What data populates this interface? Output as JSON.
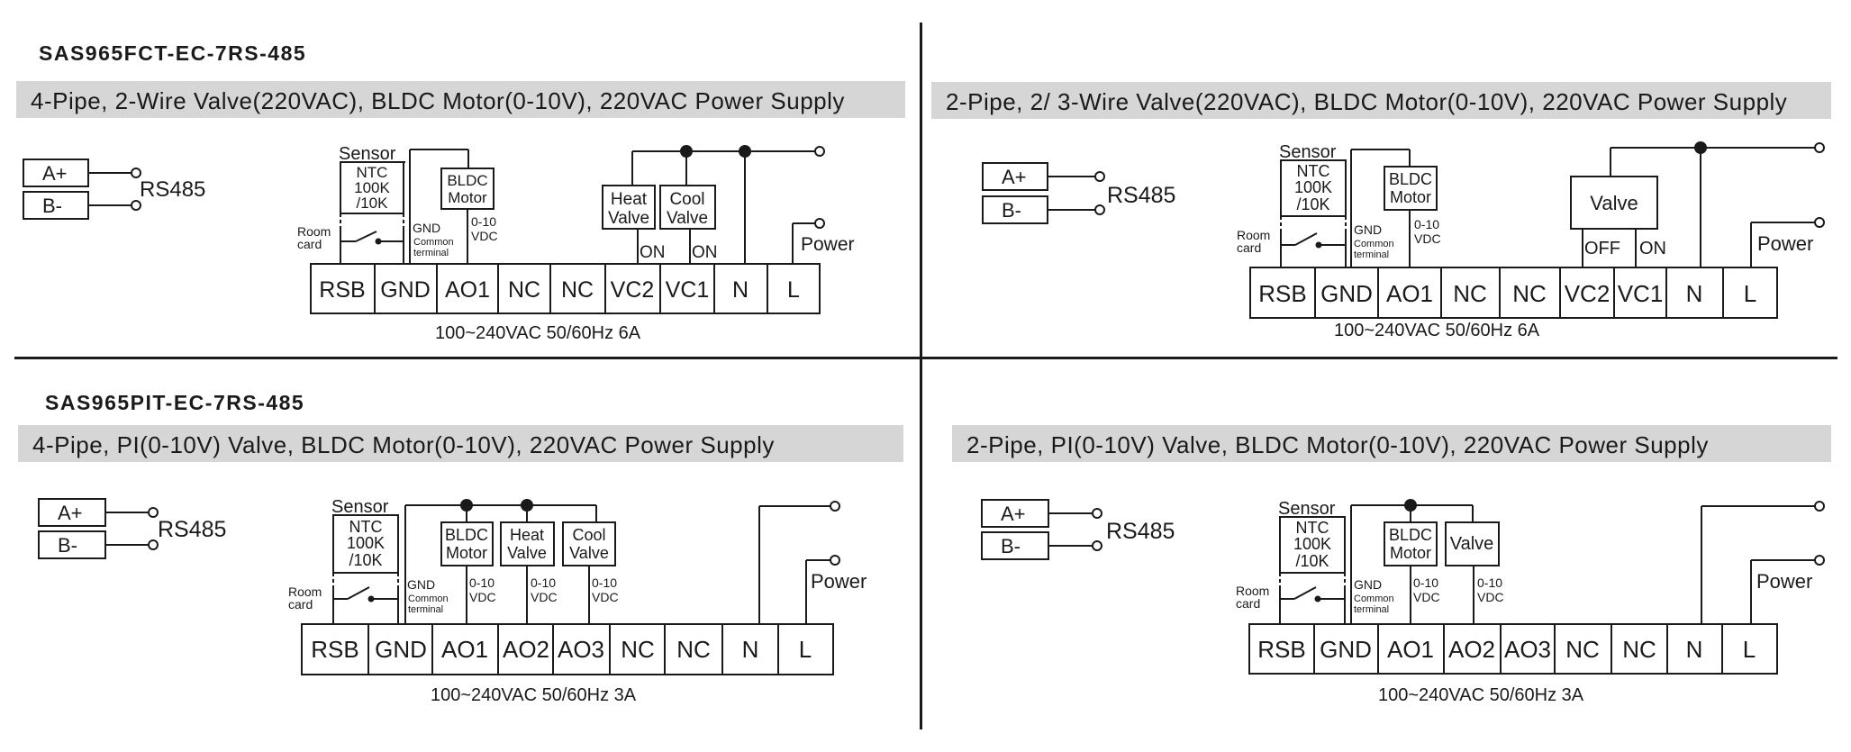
{
  "models": {
    "fct": "SAS965FCT-EC-7RS-485",
    "pit": "SAS965PIT-EC-7RS-485"
  },
  "panels": {
    "tl": {
      "heading": "4-Pipe, 2-Wire Valve(220VAC), BLDC Motor(0-10V), 220VAC Power Supply",
      "rating": "100~240VAC 50/60Hz 6A",
      "terminals": [
        "RSB",
        "GND",
        "AO1",
        "NC",
        "NC",
        "VC2",
        "VC1",
        "N",
        "L"
      ],
      "heat_valve": [
        "Heat",
        "Valve"
      ],
      "cool_valve": [
        "Cool",
        "Valve"
      ],
      "on_labels": [
        "ON",
        "ON"
      ]
    },
    "tr": {
      "heading": "2-Pipe, 2/ 3-Wire Valve(220VAC), BLDC Motor(0-10V), 220VAC Power Supply",
      "rating": "100~240VAC 50/60Hz 6A",
      "terminals": [
        "RSB",
        "GND",
        "AO1",
        "NC",
        "NC",
        "VC2",
        "VC1",
        "N",
        "L"
      ],
      "valve": "Valve",
      "off_label": "OFF",
      "on_label": "ON"
    },
    "bl": {
      "heading": "4-Pipe, PI(0-10V) Valve, BLDC Motor(0-10V), 220VAC Power Supply",
      "rating": "100~240VAC 50/60Hz 3A",
      "terminals": [
        "RSB",
        "GND",
        "AO1",
        "AO2",
        "AO3",
        "NC",
        "NC",
        "N",
        "L"
      ],
      "heat_valve": [
        "Heat",
        "Valve"
      ],
      "cool_valve": [
        "Cool",
        "Valve"
      ]
    },
    "br": {
      "heading": "2-Pipe, PI(0-10V) Valve, BLDC Motor(0-10V), 220VAC Power Supply",
      "rating": "100~240VAC 50/60Hz 3A",
      "terminals": [
        "RSB",
        "GND",
        "AO1",
        "AO2",
        "AO3",
        "NC",
        "NC",
        "N",
        "L"
      ],
      "valve": "Valve"
    }
  },
  "common": {
    "rs485_plus": "A+",
    "rs485_minus": "B-",
    "rs485": "RS485",
    "sensor": "Sensor",
    "ntc": [
      "NTC",
      "100K",
      "/10K"
    ],
    "room_card": [
      "Room",
      "card"
    ],
    "gnd_note": [
      "GND",
      "Common",
      "terminal"
    ],
    "bldc_motor": [
      "BLDC",
      "Motor"
    ],
    "signal": [
      "0-10",
      "VDC"
    ],
    "power": "Power"
  }
}
